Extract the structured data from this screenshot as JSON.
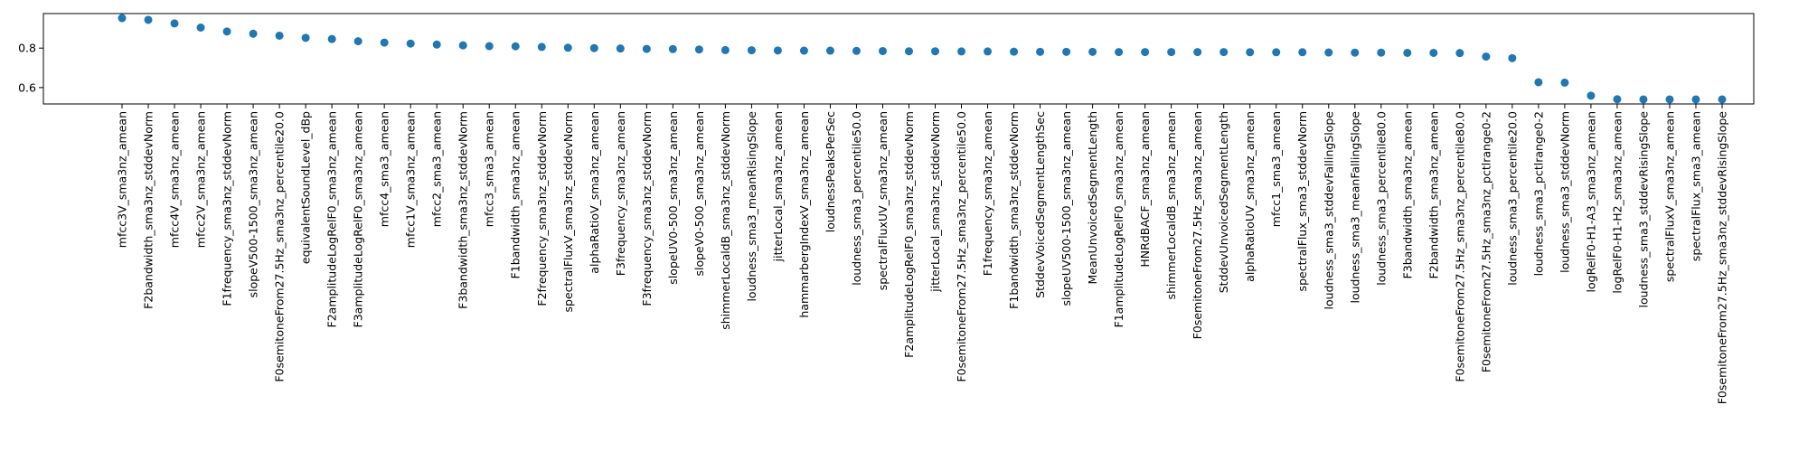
{
  "chart_data": {
    "type": "scatter",
    "title": "",
    "xlabel": "",
    "ylabel": "",
    "ylim": [
      0.517,
      0.975
    ],
    "yticks": [
      0.6,
      0.8
    ],
    "ytick_labels": [
      "0.6",
      "0.8"
    ],
    "grid": false,
    "marker_color": "#1f77b4",
    "categories": [
      "mfcc3V_sma3nz_amean",
      "F2bandwidth_sma3nz_stddevNorm",
      "mfcc4V_sma3nz_amean",
      "mfcc2V_sma3nz_amean",
      "F1frequency_sma3nz_stddevNorm",
      "slopeV500-1500_sma3nz_amean",
      "F0semitoneFrom27.5Hz_sma3nz_percentile20.0",
      "equivalentSoundLevel_dBp",
      "F2amplitudeLogRelF0_sma3nz_amean",
      "F3amplitudeLogRelF0_sma3nz_amean",
      "mfcc4_sma3_amean",
      "mfcc1V_sma3nz_amean",
      "mfcc2_sma3_amean",
      "F3bandwidth_sma3nz_stddevNorm",
      "mfcc3_sma3_amean",
      "F1bandwidth_sma3nz_amean",
      "F2frequency_sma3nz_stddevNorm",
      "spectralFluxV_sma3nz_stddevNorm",
      "alphaRatioV_sma3nz_amean",
      "F3frequency_sma3nz_amean",
      "F3frequency_sma3nz_stddevNorm",
      "slopeUV0-500_sma3nz_amean",
      "slopeV0-500_sma3nz_amean",
      "shimmerLocaldB_sma3nz_stddevNorm",
      "loudness_sma3_meanRisingSlope",
      "jitterLocal_sma3nz_amean",
      "hammarbergIndexV_sma3nz_amean",
      "loudnessPeaksPerSec",
      "loudness_sma3_percentile50.0",
      "spectralFluxUV_sma3nz_amean",
      "F2amplitudeLogRelF0_sma3nz_stddevNorm",
      "jitterLocal_sma3nz_stddevNorm",
      "F0semitoneFrom27.5Hz_sma3nz_percentile50.0",
      "F1frequency_sma3nz_amean",
      "F1bandwidth_sma3nz_stddevNorm",
      "StddevVoicedSegmentLengthSec",
      "slopeUV500-1500_sma3nz_amean",
      "MeanUnvoicedSegmentLength",
      "F1amplitudeLogRelF0_sma3nz_amean",
      "HNRdBACF_sma3nz_amean",
      "shimmerLocaldB_sma3nz_amean",
      "F0semitoneFrom27.5Hz_sma3nz_amean",
      "StddevUnvoicedSegmentLength",
      "alphaRatioUV_sma3nz_amean",
      "mfcc1_sma3_amean",
      "spectralFlux_sma3_stddevNorm",
      "loudness_sma3_stddevFallingSlope",
      "loudness_sma3_meanFallingSlope",
      "loudness_sma3_percentile80.0",
      "F3bandwidth_sma3nz_amean",
      "F2bandwidth_sma3nz_amean",
      "F0semitoneFrom27.5Hz_sma3nz_percentile80.0",
      "F0semitoneFrom27.5Hz_sma3nz_pctlrange0-2",
      "loudness_sma3_percentile20.0",
      "loudness_sma3_pctlrange0-2",
      "loudness_sma3_stddevNorm",
      "logRelF0-H1-A3_sma3nz_amean",
      "logRelF0-H1-H2_sma3nz_amean",
      "loudness_sma3_stddevRisingSlope",
      "spectralFluxV_sma3nz_amean",
      "spectralFlux_sma3_amean",
      "F0semitoneFrom27.5Hz_sma3nz_stddevRisingSlope"
    ],
    "values": [
      0.952,
      0.943,
      0.925,
      0.904,
      0.884,
      0.873,
      0.863,
      0.852,
      0.846,
      0.835,
      0.828,
      0.823,
      0.818,
      0.814,
      0.81,
      0.809,
      0.806,
      0.802,
      0.8,
      0.798,
      0.796,
      0.795,
      0.793,
      0.79,
      0.789,
      0.788,
      0.787,
      0.787,
      0.786,
      0.785,
      0.784,
      0.784,
      0.783,
      0.783,
      0.782,
      0.781,
      0.781,
      0.781,
      0.78,
      0.78,
      0.78,
      0.78,
      0.78,
      0.779,
      0.779,
      0.779,
      0.778,
      0.777,
      0.777,
      0.776,
      0.776,
      0.775,
      0.757,
      0.749,
      0.627,
      0.625,
      0.559,
      0.541,
      0.54,
      0.54,
      0.54,
      0.54
    ]
  }
}
